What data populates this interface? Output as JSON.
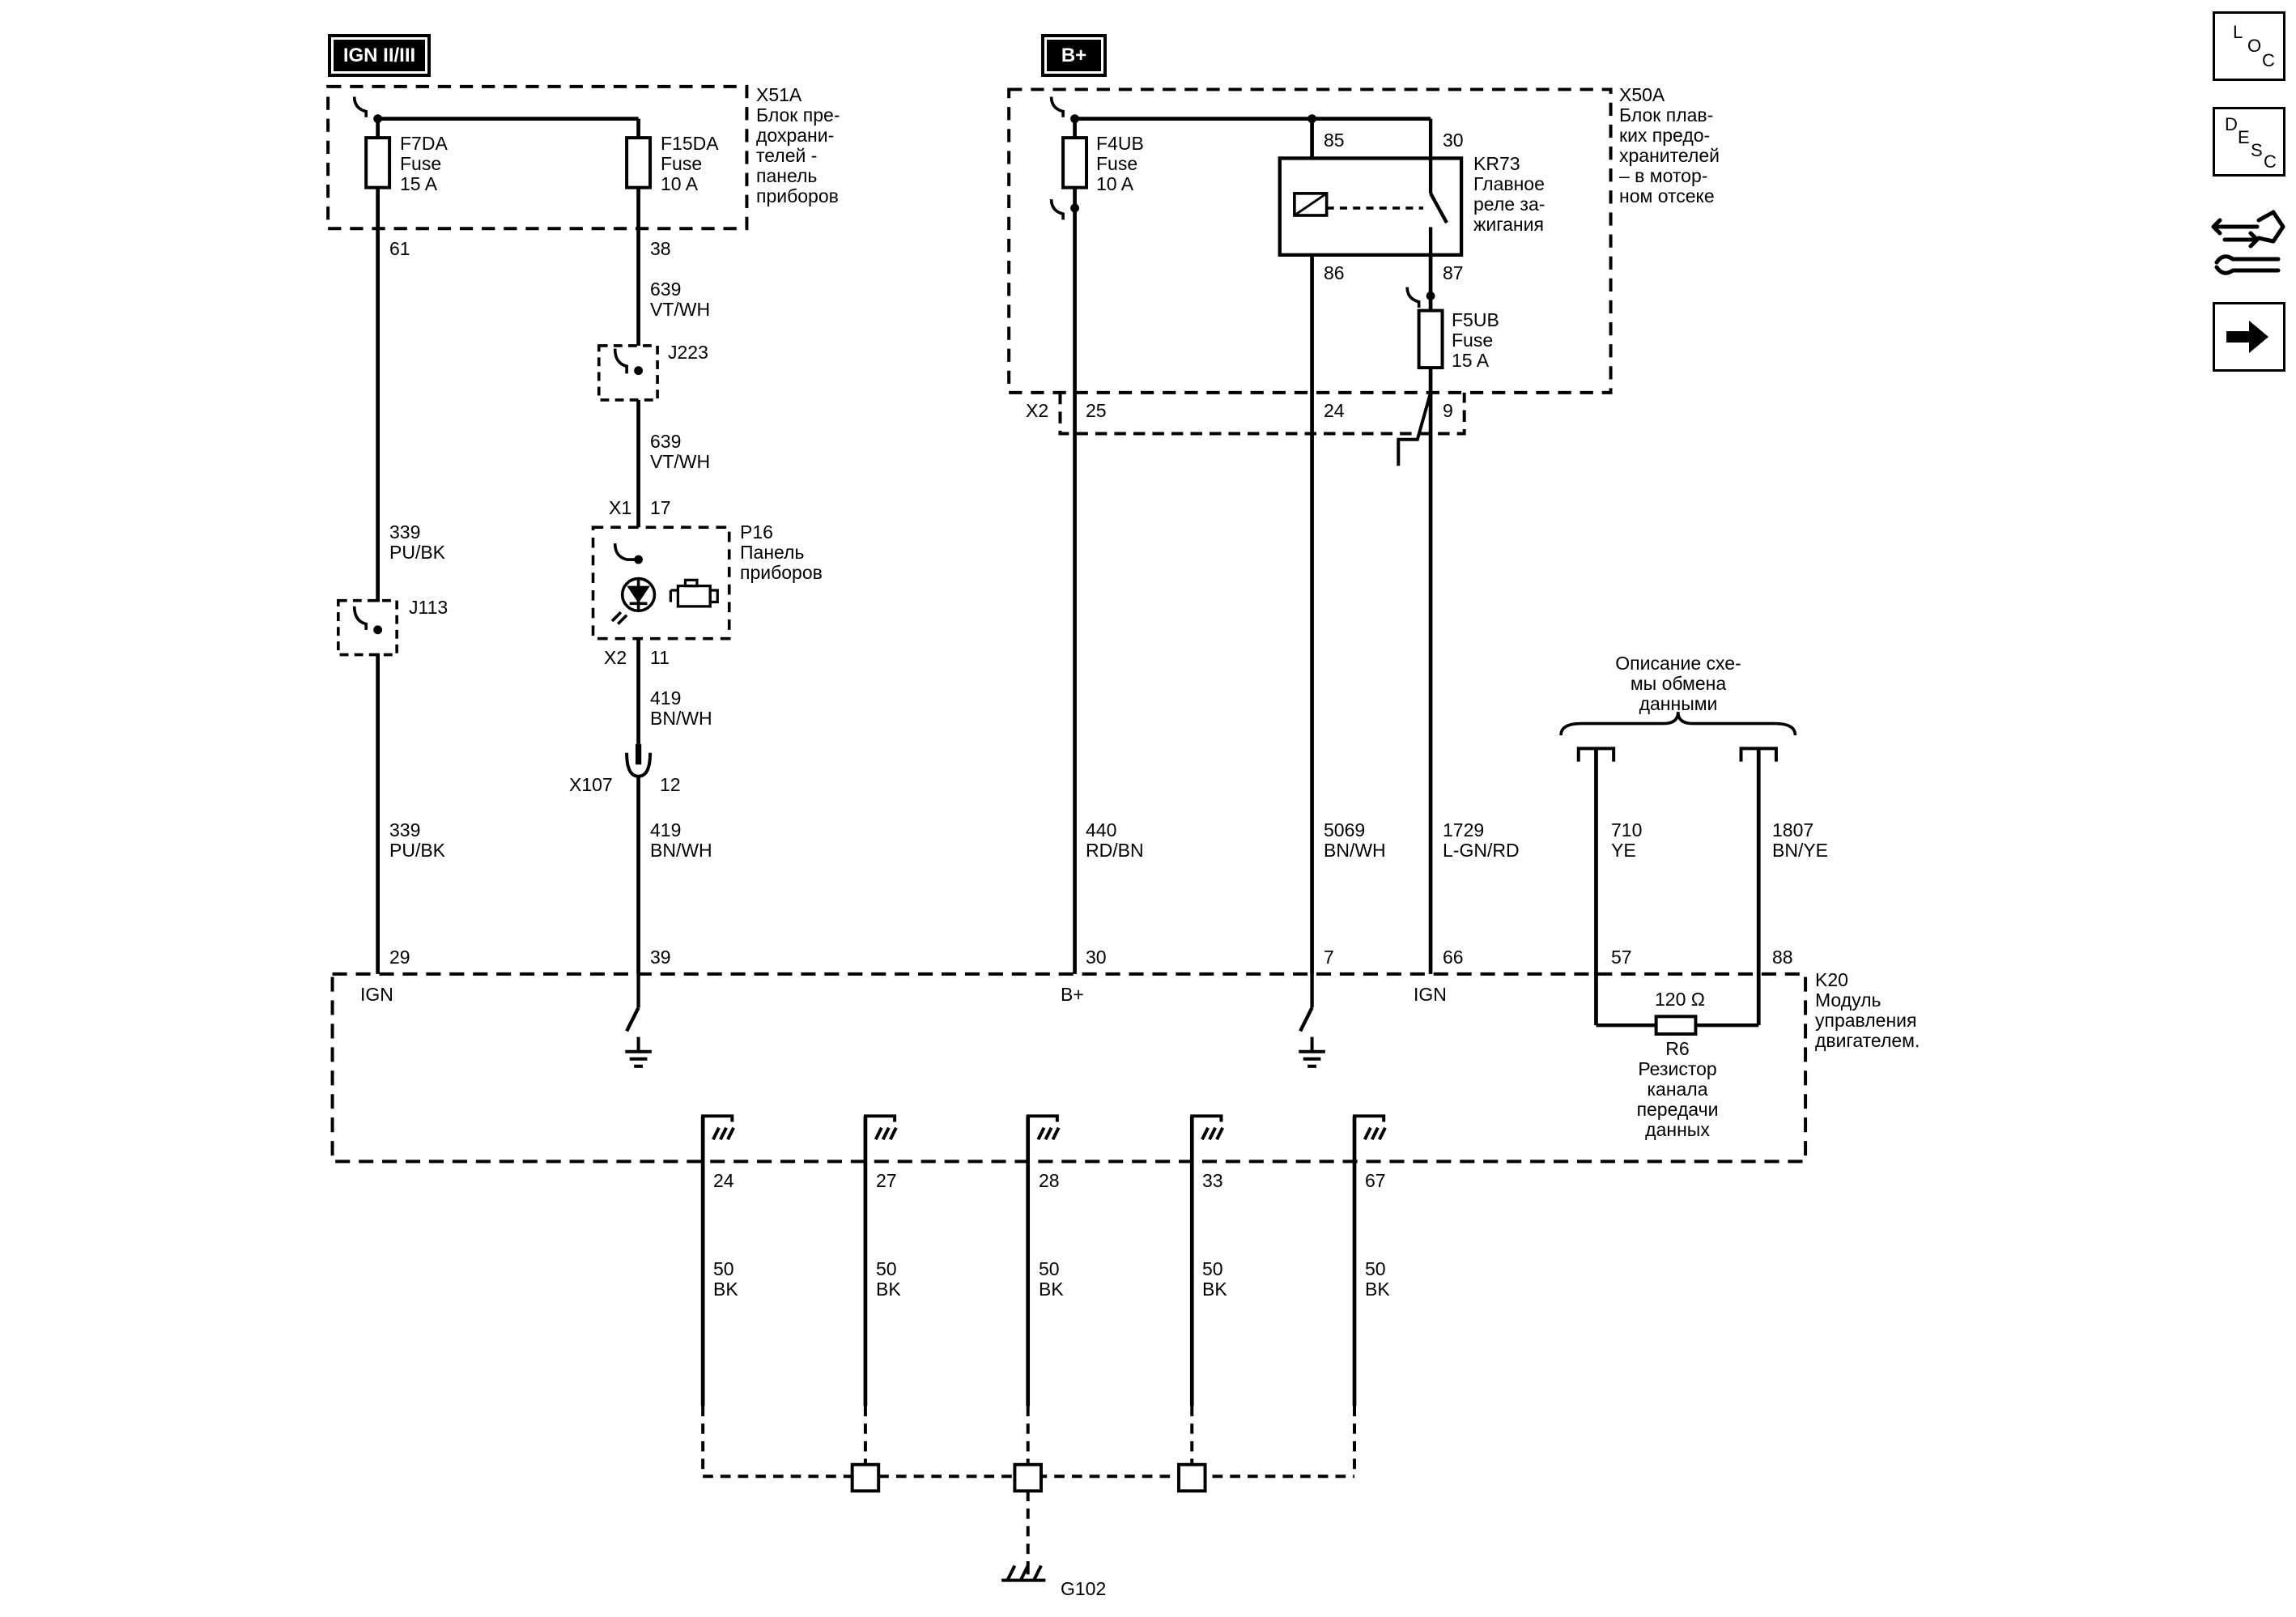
{
  "power_sources": [
    {
      "id": "ign",
      "label": "IGN II/III"
    },
    {
      "id": "bplus",
      "label": "B+"
    }
  ],
  "fuse_block_instrument": {
    "id": "X51A",
    "desc": "Блок пре-\nдохрани-\nтелей -\nпанель\nприборов"
  },
  "fuse_block_engine": {
    "id": "X50A",
    "desc": "Блок плав-\nких предо-\nхранителей\n– в мотор-\nном отсеке"
  },
  "fuses": [
    {
      "id": "F7DA",
      "type": "Fuse",
      "rating": "15 A"
    },
    {
      "id": "F15DA",
      "type": "Fuse",
      "rating": "10 A"
    },
    {
      "id": "F4UB",
      "type": "Fuse",
      "rating": "10 A"
    },
    {
      "id": "F5UB",
      "type": "Fuse",
      "rating": "15 A"
    }
  ],
  "relay": {
    "id": "KR73",
    "desc": "Главное\nреле за-\nжигания",
    "pins": [
      "85",
      "30",
      "86",
      "87"
    ]
  },
  "instrument_panel": {
    "id": "P16",
    "desc": "Панель\nприборов",
    "conn_top": "X1",
    "pin_top": "17",
    "conn_bottom": "X2",
    "pin_bottom": "11"
  },
  "splices": [
    "J223",
    "J113"
  ],
  "inline_connector": {
    "id": "X107",
    "pin": "12"
  },
  "x2_connector": {
    "id": "X2",
    "pins": [
      "25",
      "24",
      "9"
    ]
  },
  "fuse_block_pins": [
    "61",
    "38"
  ],
  "wires": [
    {
      "circuit": "639",
      "color": "VT/WH"
    },
    {
      "circuit": "639",
      "color": "VT/WH"
    },
    {
      "circuit": "339",
      "color": "PU/BK"
    },
    {
      "circuit": "419",
      "color": "BN/WH"
    },
    {
      "circuit": "339",
      "color": "PU/BK"
    },
    {
      "circuit": "419",
      "color": "BN/WH"
    },
    {
      "circuit": "440",
      "color": "RD/BN"
    },
    {
      "circuit": "5069",
      "color": "BN/WH"
    },
    {
      "circuit": "1729",
      "color": "L-GN/RD"
    },
    {
      "circuit": "710",
      "color": "YE"
    },
    {
      "circuit": "1807",
      "color": "BN/YE"
    }
  ],
  "data_comm_ref": "Описание схе-\nмы обмена\nданными",
  "module": {
    "id": "K20",
    "desc": "Модуль\nуправления\nдвигателем.",
    "pins": [
      "29",
      "39",
      "30",
      "7",
      "66",
      "57",
      "88"
    ],
    "inputs": [
      "IGN",
      "B+",
      "IGN"
    ],
    "resistor": {
      "value": "120 Ω",
      "id": "R6",
      "desc": "Резистор\nканала\nпередачи\nданных"
    }
  },
  "ground_pins": [
    "24",
    "27",
    "28",
    "33",
    "67"
  ],
  "ground_wire": {
    "circuit": "50",
    "color": "BK"
  },
  "ground_point": "G102",
  "nav_icons": [
    {
      "name": "loc-icon",
      "letters": [
        "L",
        "O",
        "C"
      ]
    },
    {
      "name": "desc-icon",
      "letters": [
        "D",
        "E",
        "S",
        "C"
      ]
    },
    {
      "name": "connector-repair-icon"
    },
    {
      "name": "next-arrow-icon"
    }
  ],
  "colors": {
    "line": "#000000",
    "background": "#ffffff"
  }
}
